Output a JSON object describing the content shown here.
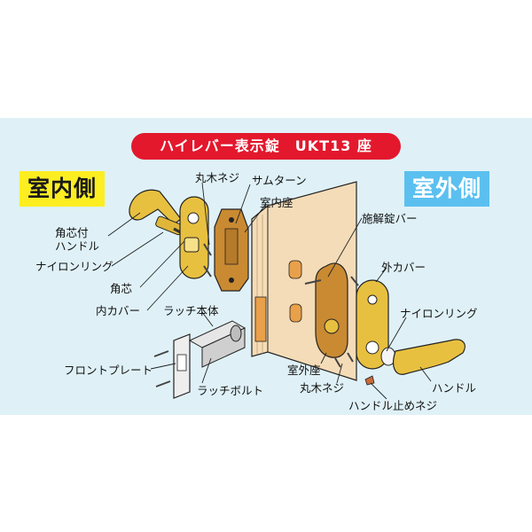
{
  "title": "ハイレバー表示錠　UKT13 座",
  "badges": {
    "indoor": "室内側",
    "outdoor": "室外側"
  },
  "labels": {
    "maruki_neji_top": "丸木ネジ",
    "thumbturn": "サムターン",
    "shitsunai_za": "室内座",
    "kakushin_handle": "角芯付\nハンドル",
    "nylon_ring_left": "ナイロンリング",
    "kakushin": "角芯",
    "uchi_cover": "内カバー",
    "latch_body": "ラッチ本体",
    "front_plate": "フロントプレート",
    "latch_bolt": "ラッチボルト",
    "sekai_bar": "施解錠バー",
    "soto_cover": "外カバー",
    "nylon_ring_right": "ナイロンリング",
    "shitsugai_za": "室外座",
    "maruki_neji_bottom": "丸木ネジ",
    "handle": "ハンドル",
    "handle_tome_neji": "ハンドル止めネジ"
  },
  "colors": {
    "panel": "#dff1f7",
    "title_bg": "#e3182d",
    "indoor_badge": "#fcee21",
    "outdoor_badge": "#5bc0f0",
    "brass": "#e8c040",
    "door": "#f4dcb8",
    "rosette_dark": "#c98a32"
  }
}
